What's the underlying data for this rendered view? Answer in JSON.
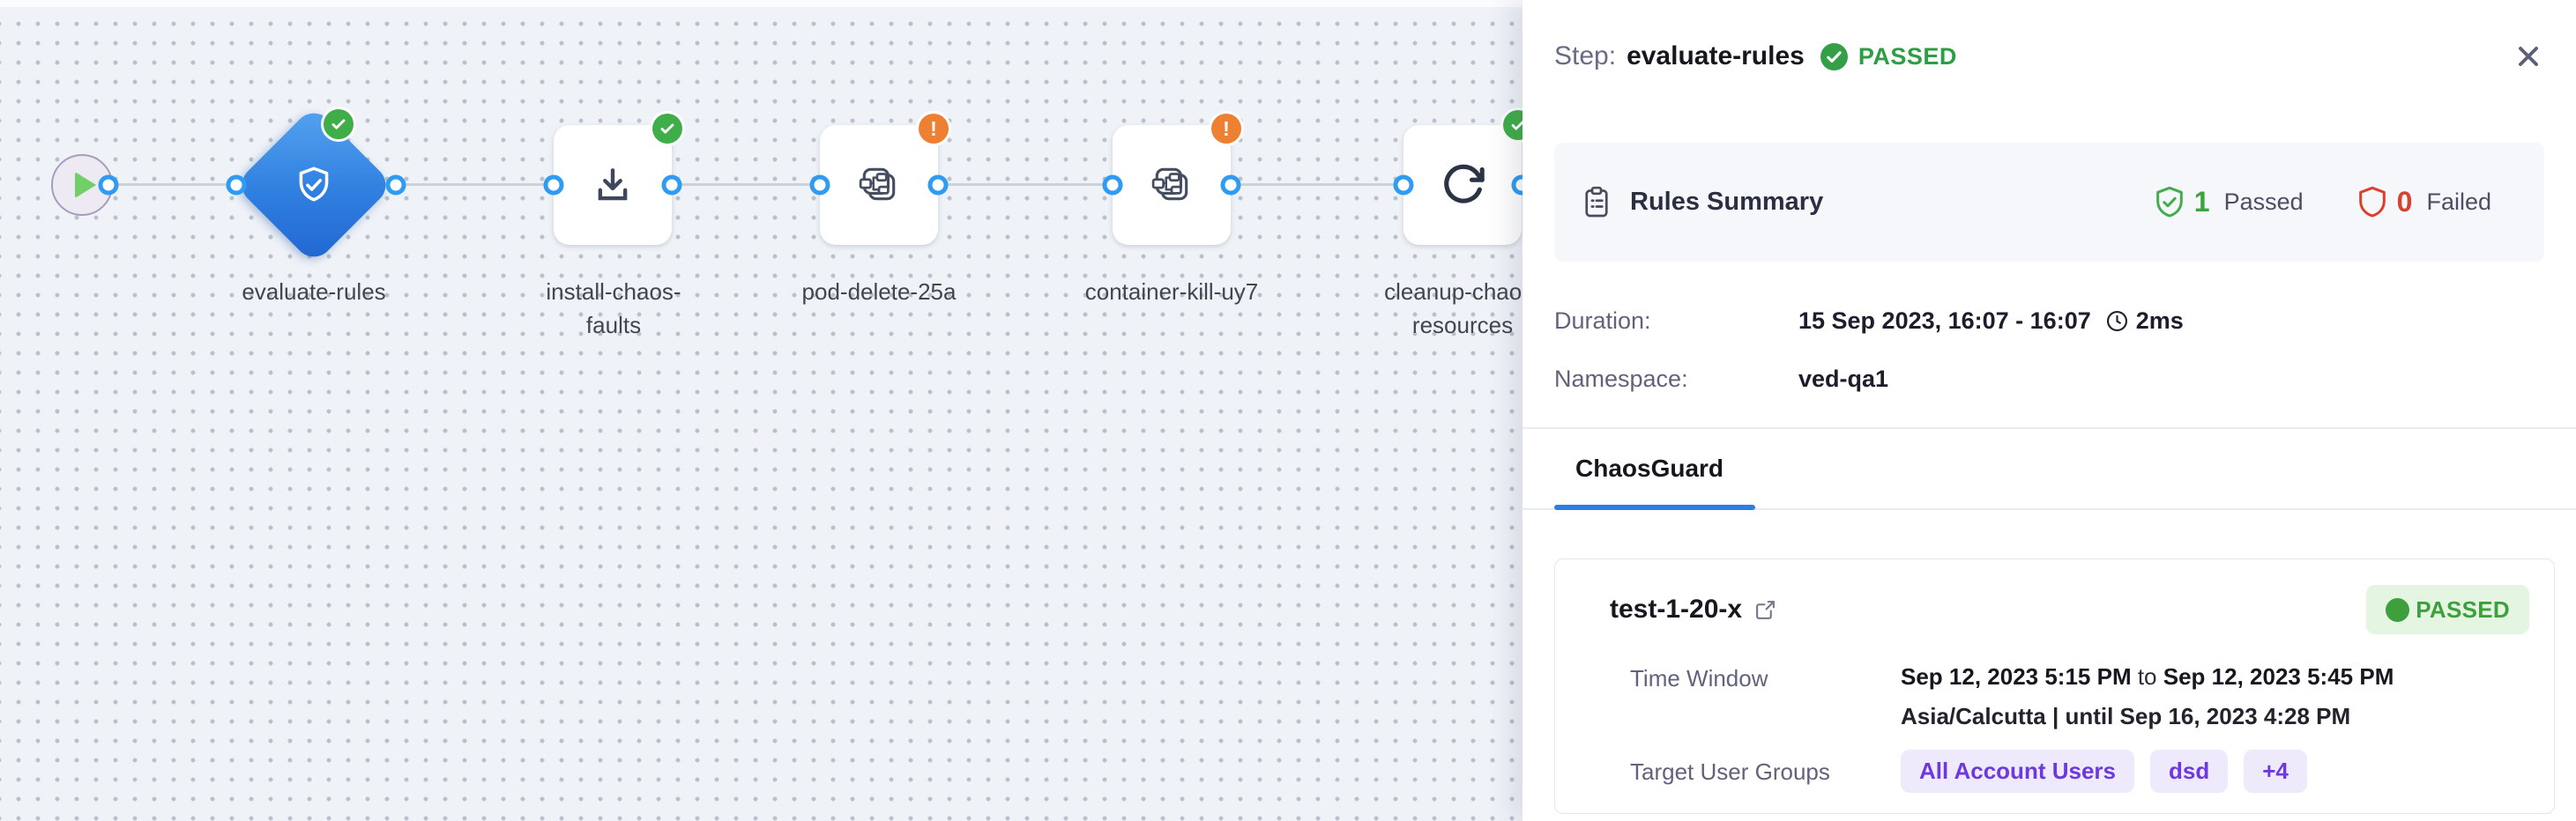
{
  "canvas": {
    "nodes": [
      {
        "id": "start",
        "type": "start"
      },
      {
        "id": "evaluate-rules",
        "label": "evaluate-rules",
        "type": "guard-diamond",
        "status": "passed"
      },
      {
        "id": "install-chaos-faults",
        "label": "install-chaos-faults",
        "type": "step",
        "icon": "download-icon",
        "status": "passed"
      },
      {
        "id": "pod-delete-25a",
        "label": "pod-delete-25a",
        "type": "fault",
        "icon": "chaos-fault-icon",
        "status": "warning"
      },
      {
        "id": "container-kill-uy7",
        "label": "container-kill-uy7",
        "type": "fault",
        "icon": "chaos-fault-icon",
        "status": "warning"
      },
      {
        "id": "cleanup-chaos-resources",
        "label": "cleanup-chaos-resources",
        "type": "step",
        "icon": "refresh-icon",
        "status": "passed"
      }
    ]
  },
  "panel": {
    "header": {
      "step_label": "Step:",
      "step_name": "evaluate-rules",
      "status": "PASSED"
    },
    "rules_summary": {
      "title": "Rules Summary",
      "passed_count": "1",
      "passed_label": "Passed",
      "failed_count": "0",
      "failed_label": "Failed"
    },
    "meta": {
      "duration_label": "Duration:",
      "duration_value": "15 Sep 2023, 16:07 - 16:07",
      "duration_ms": "2ms",
      "namespace_label": "Namespace:",
      "namespace_value": "ved-qa1"
    },
    "tab_label": "ChaosGuard",
    "guard_card": {
      "name": "test-1-20-x",
      "status": "PASSED",
      "time_window_label": "Time Window",
      "time_from": "Sep 12, 2023 5:15 PM",
      "to_word": " to ",
      "time_to": "Sep 12, 2023 5:45 PM",
      "timezone_line": "Asia/Calcutta | until Sep 16, 2023 4:28 PM",
      "target_label": "Target User Groups",
      "groups": [
        "All Account Users",
        "dsd",
        "+4"
      ]
    }
  },
  "colors": {
    "status_green": "#33a047",
    "status_orange": "#ee8033",
    "status_red": "#d8402f",
    "accent_blue": "#2e7de2",
    "port_blue": "#2f9bf2",
    "chip_purple": "#6c39e0"
  }
}
